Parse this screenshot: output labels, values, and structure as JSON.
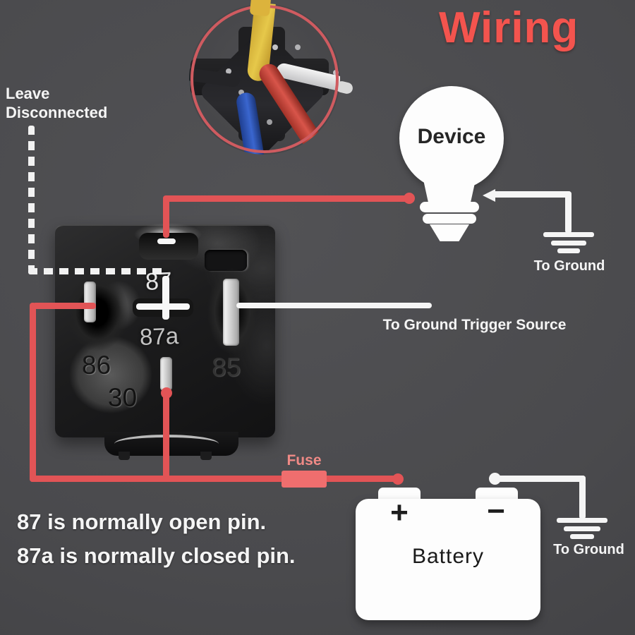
{
  "title": {
    "text": "Wiring"
  },
  "annotations": {
    "leave_disconnected_line1": "Leave",
    "leave_disconnected_line2": "Disconnected",
    "note1": "87 is normally open pin.",
    "note2": "87a is normally closed pin."
  },
  "device": {
    "label": "Device",
    "ground_label": "To Ground"
  },
  "trigger": {
    "label": "To Ground Trigger Source"
  },
  "power": {
    "fuse_label": "Fuse",
    "battery_label": "Battery",
    "positive_symbol": "+",
    "negative_symbol": "−",
    "ground_label": "To Ground"
  },
  "relay": {
    "pins": {
      "p87": "87",
      "p87a": "87a",
      "p86": "86",
      "p85": "85",
      "p30": "30"
    }
  },
  "colors": {
    "background": "#4a4a4d",
    "wire_red": "#e25456",
    "title_red": "#f4544e",
    "fuse_block": "#ef6e6e",
    "wire_white": "#f5f5f5",
    "inset_ring": "#cf5b60",
    "inset_wire_yellow": "#d9b23d",
    "inset_wire_red": "#cf4b3f",
    "inset_wire_blue": "#2d57b8",
    "inset_wire_white": "#e8e8e8"
  }
}
